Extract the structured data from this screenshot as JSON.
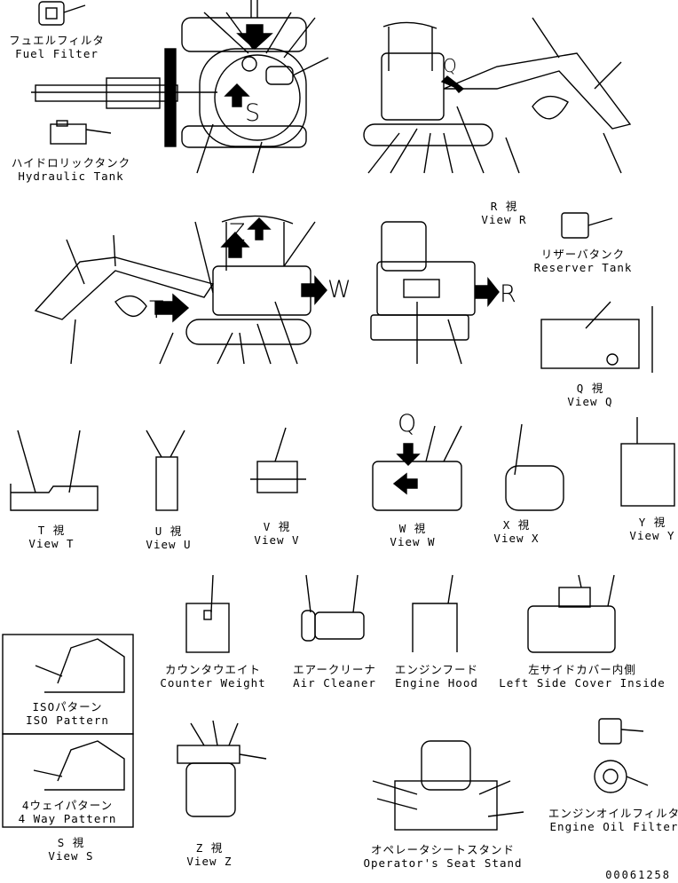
{
  "parts": {
    "fuel_filter": {
      "jp": "フュエルフィルタ",
      "en": "Fuel Filter"
    },
    "hydraulic_tank": {
      "jp": "ハイドロリックタンク",
      "en": "Hydraulic Tank"
    },
    "reserver_tank": {
      "jp": "リザーバタンク",
      "en": "Reserver Tank"
    },
    "counter_weight": {
      "jp": "カウンタウエイト",
      "en": "Counter Weight"
    },
    "air_cleaner": {
      "jp": "エアークリーナ",
      "en": "Air Cleaner"
    },
    "engine_hood": {
      "jp": "エンジンフード",
      "en": "Engine Hood"
    },
    "left_side_cover": {
      "jp": "左サイドカバー内側",
      "en": "Left Side Cover Inside"
    },
    "engine_oil_filter": {
      "jp": "エンジンオイルフィルタ",
      "en": "Engine Oil Filter"
    },
    "seat_stand": {
      "jp": "オペレータシートスタンド",
      "en": "Operator's Seat Stand"
    },
    "iso_pattern": {
      "jp": "ISOパターン",
      "en": "ISO Pattern"
    },
    "four_way_pattern": {
      "jp": "4ウェイパターン",
      "en": "4 Way Pattern"
    }
  },
  "views": {
    "r": {
      "jp": "R 視",
      "en": "View R"
    },
    "q": {
      "jp": "Q 視",
      "en": "View Q"
    },
    "t": {
      "jp": "T 視",
      "en": "View T"
    },
    "u": {
      "jp": "U 視",
      "en": "View U"
    },
    "v": {
      "jp": "V 視",
      "en": "View V"
    },
    "w": {
      "jp": "W 視",
      "en": "View W"
    },
    "x": {
      "jp": "X 視",
      "en": "View X"
    },
    "y": {
      "jp": "Y 視",
      "en": "View Y"
    },
    "s": {
      "jp": "S 視",
      "en": "View S"
    },
    "z": {
      "jp": "Z 視",
      "en": "View Z"
    }
  },
  "callout_letters": {
    "s": "S",
    "t": "T",
    "z": "Z",
    "w": "W",
    "r": "R",
    "q": "Q",
    "q_side": "Q"
  },
  "part_number": "00061258"
}
